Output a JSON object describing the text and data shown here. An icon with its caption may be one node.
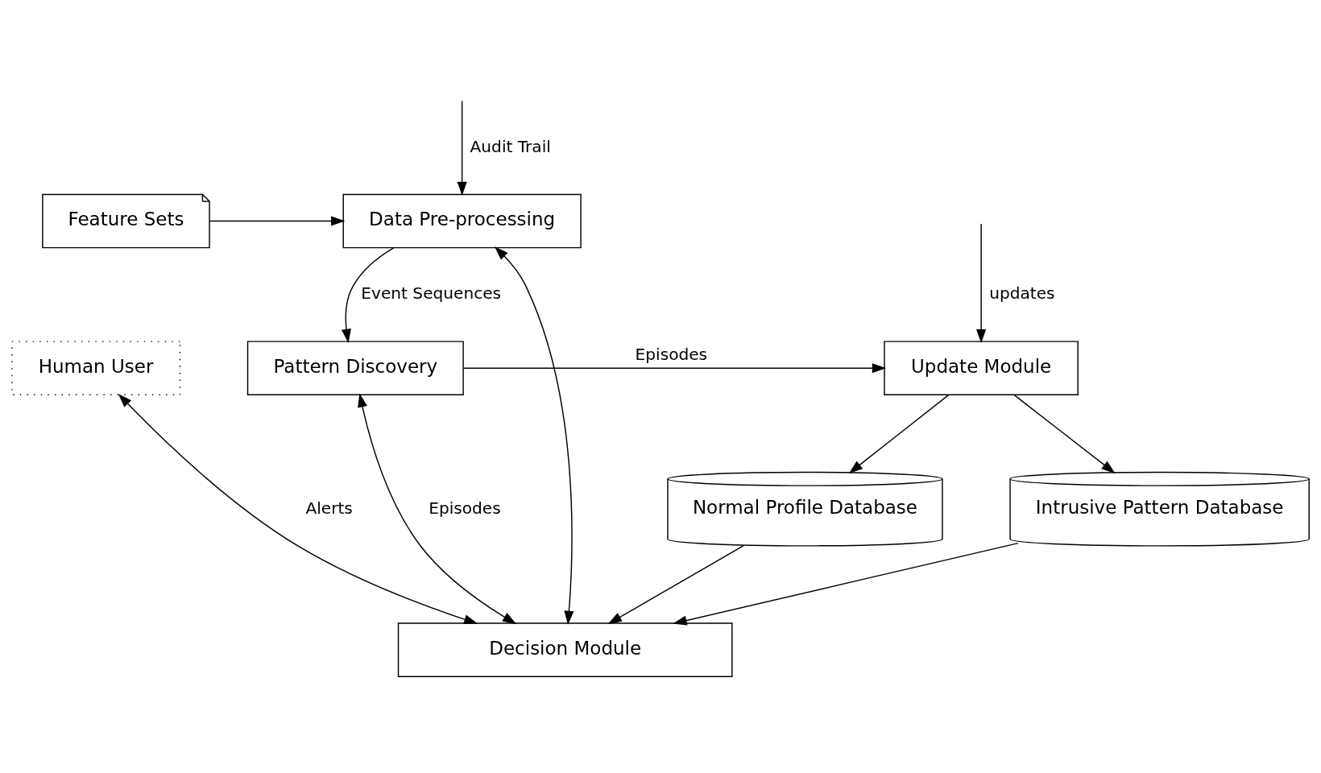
{
  "diagram": {
    "nodes": [
      {
        "text": [
          "Data Pre-processing"
        ]
      },
      {
        "text": [
          "Feature Sets"
        ]
      },
      {
        "text": [
          "Human User"
        ]
      },
      {
        "text": [
          "Pattern Discovery"
        ]
      },
      {
        "text": [
          "Update Module"
        ]
      },
      {
        "text": [
          "Intrusive Pattern Database"
        ]
      },
      {
        "text": [
          "Normal Profile Database"
        ]
      },
      {
        "text": [
          "Decision Module"
        ]
      }
    ],
    "edges": [
      {
        "from": null,
        "to": 0,
        "arrow": "to",
        "label": "Audit Trail"
      },
      {
        "from": 1,
        "to": 0,
        "arrow": "to"
      },
      {
        "from": 0,
        "to": 3,
        "arrow": "to",
        "label": "Event Sequences"
      },
      {
        "from": 3,
        "to": 4,
        "arrow": "to",
        "label": "Episodes"
      },
      {
        "from": null,
        "to": 4,
        "arrow": "to",
        "label": "updates"
      },
      {
        "from": 4,
        "to": 5,
        "arrow": "to"
      },
      {
        "from": 4,
        "to": 6,
        "arrow": "to"
      },
      {
        "from": 2,
        "to": 7,
        "arrow": "both",
        "label": "Alerts"
      },
      {
        "from": 0,
        "to": 7,
        "arrow": "both"
      },
      {
        "from": 3,
        "to": 7,
        "arrow": "both",
        "label": "Episodes"
      },
      {
        "from": 5,
        "to": 7,
        "arrow": "to"
      },
      {
        "from": 6,
        "to": 7,
        "arrow": "to"
      }
    ]
  }
}
